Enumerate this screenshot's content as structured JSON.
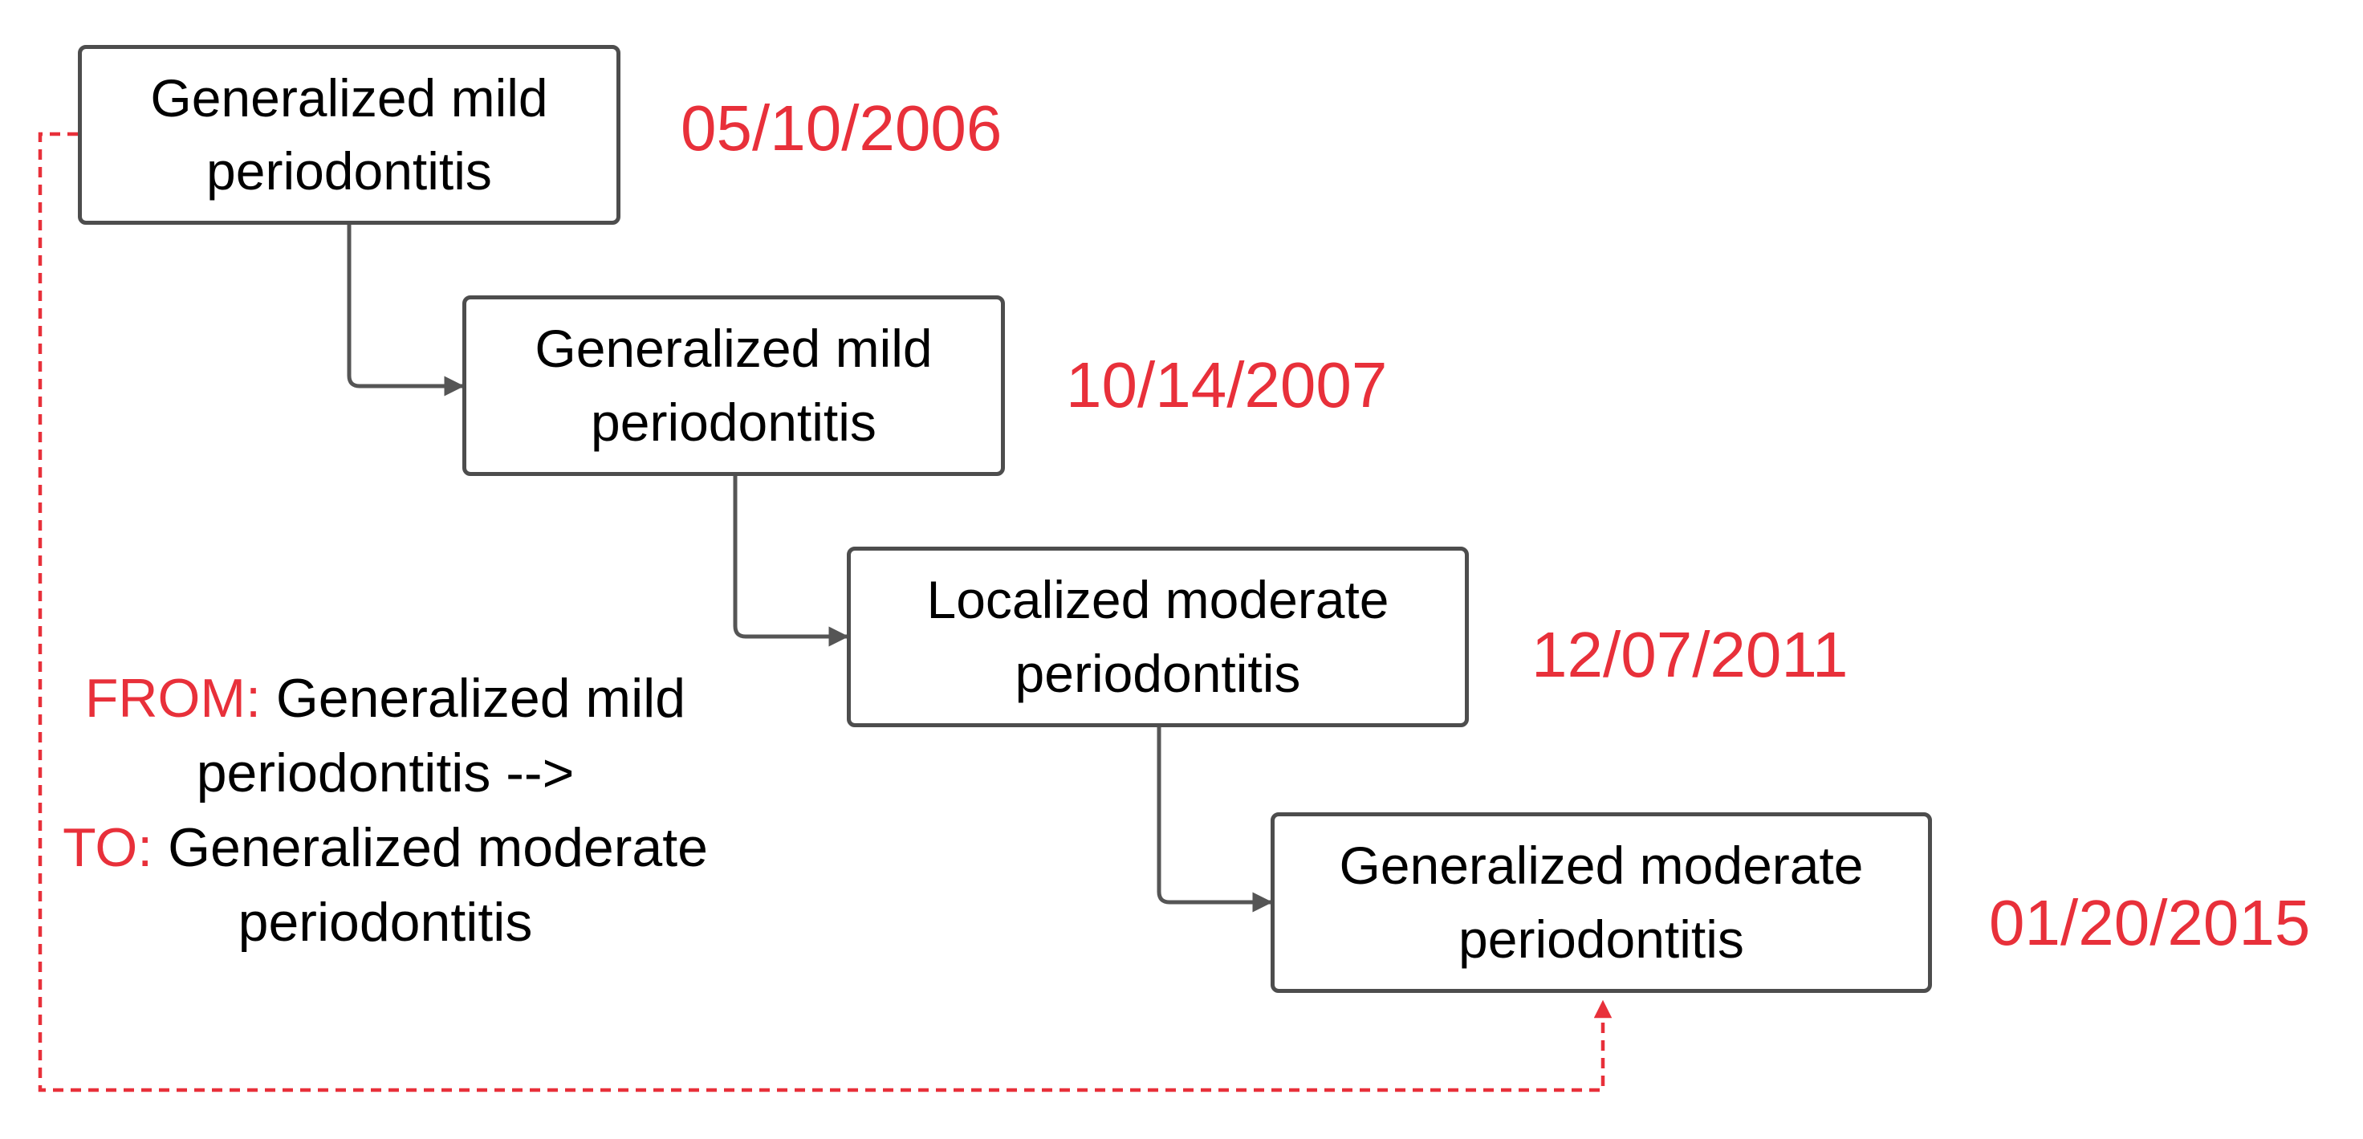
{
  "colors": {
    "box_border": "#4d4d4d",
    "connector": "#555555",
    "accent_red": "#e8303a",
    "text": "#000000",
    "background": "#ffffff"
  },
  "nodes": [
    {
      "label": "Generalized mild periodontitis",
      "date": "05/10/2006"
    },
    {
      "label": "Generalized mild periodontitis",
      "date": "10/14/2007"
    },
    {
      "label": "Localized moderate periodontitis",
      "date": "12/07/2011"
    },
    {
      "label": "Generalized moderate periodontitis",
      "date": "01/20/2015"
    }
  ],
  "transition": {
    "from_key": "FROM:",
    "from_text": "Generalized mild periodontitis -->",
    "to_key": "TO:",
    "to_text": "Generalized moderate periodontitis"
  }
}
